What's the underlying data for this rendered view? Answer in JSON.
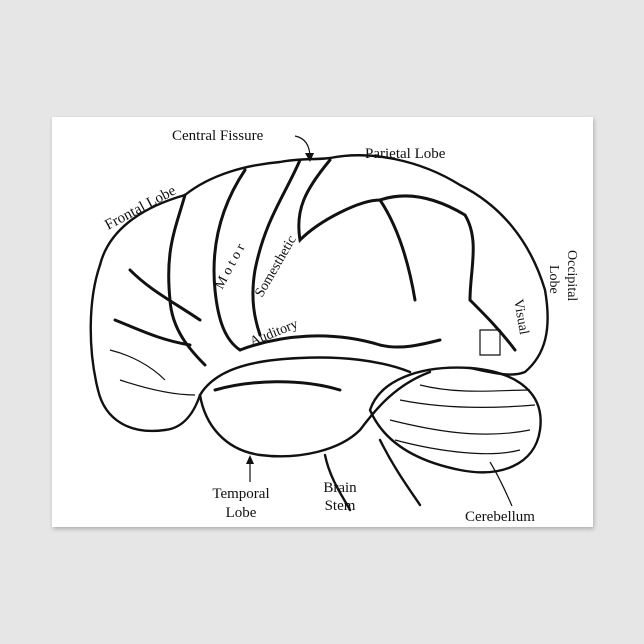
{
  "labels": {
    "central_fissure": "Central Fissure",
    "parietal_lobe": "Parietal Lobe",
    "frontal_lobe": "Frontal Lobe",
    "motor": "M o t o r",
    "somesthetic": "Somesthetic",
    "auditory": "Auditory",
    "occipital": "Occipital",
    "occipital_lobe": "Lobe",
    "visual": "Visual",
    "temporal": "Temporal",
    "temporal_lobe": "Lobe",
    "brain": "Brain",
    "stem": "Stem",
    "cerebellum": "Cerebellum"
  },
  "colors": {
    "background": "#e6e6e6",
    "card": "#ffffff",
    "ink": "#111111"
  }
}
